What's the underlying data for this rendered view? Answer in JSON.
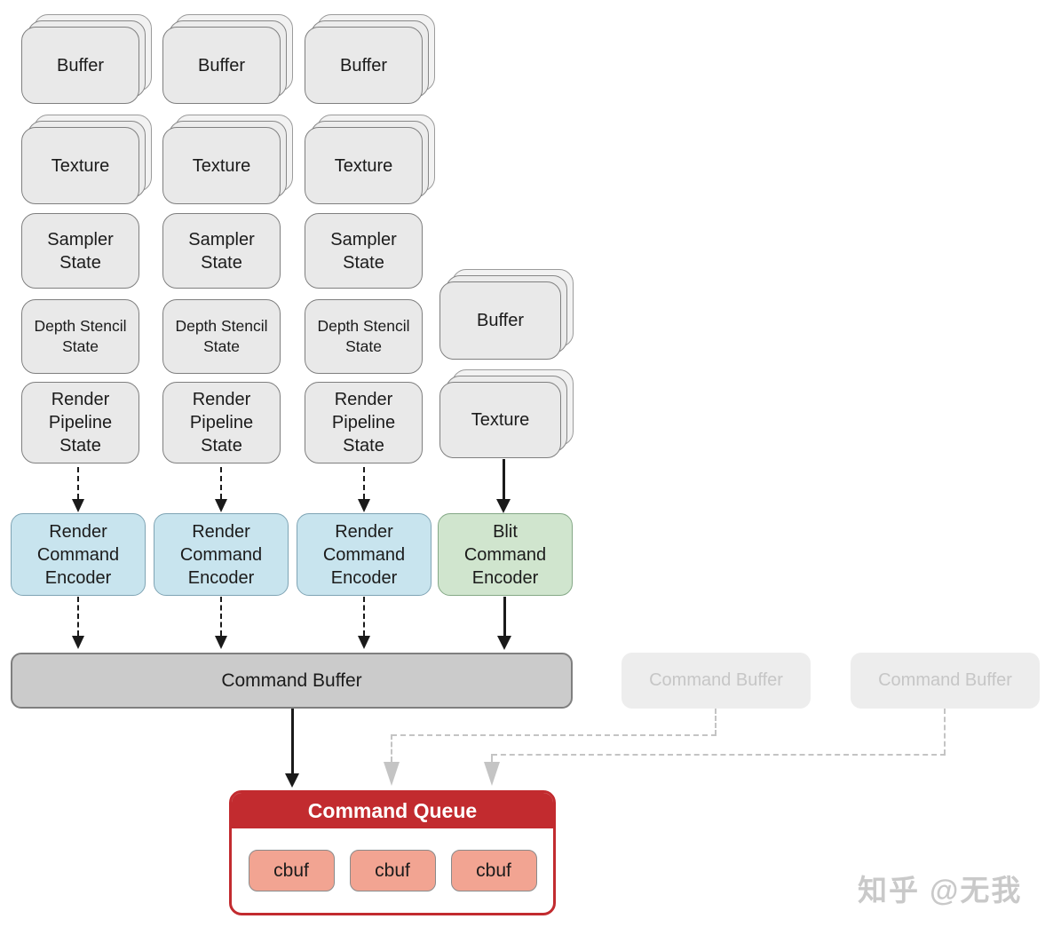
{
  "resource_grid": {
    "columns": [
      {
        "cards": [
          "Buffer",
          "Texture",
          "Sampler\nState",
          "Depth Stencil\nState",
          "Render\nPipeline\nState"
        ]
      },
      {
        "cards": [
          "Buffer",
          "Texture",
          "Sampler\nState",
          "Depth Stencil\nState",
          "Render\nPipeline\nState"
        ]
      },
      {
        "cards": [
          "Buffer",
          "Texture",
          "Sampler\nState",
          "Depth Stencil\nState",
          "Render\nPipeline\nState"
        ]
      }
    ],
    "blit_resources": [
      "Buffer",
      "Texture"
    ]
  },
  "encoders": [
    {
      "label": "Render\nCommand\nEncoder",
      "kind": "render"
    },
    {
      "label": "Render\nCommand\nEncoder",
      "kind": "render"
    },
    {
      "label": "Render\nCommand\nEncoder",
      "kind": "render"
    },
    {
      "label": "Blit\nCommand\nEncoder",
      "kind": "blit"
    }
  ],
  "command_buffer": {
    "label": "Command Buffer"
  },
  "inactive_command_buffers": [
    {
      "label": "Command Buffer"
    },
    {
      "label": "Command Buffer"
    }
  ],
  "command_queue": {
    "title": "Command Queue",
    "buffers": [
      "cbuf",
      "cbuf",
      "cbuf"
    ]
  },
  "watermark": {
    "text": "知乎 @无我"
  },
  "colors": {
    "card_fill": "#e9e9e9",
    "card_border": "#7f7f7f",
    "render_encoder_fill": "#c8e4ee",
    "blit_encoder_fill": "#d0e5ce",
    "command_buffer_fill": "#cbcbcb",
    "inactive_fill": "#ededed",
    "inactive_text": "#c6c6c6",
    "queue_red": "#c22b2f",
    "cbuf_fill": "#f2a492",
    "connector_gray": "#c4c4c4",
    "arrow_black": "#1a1a1a"
  }
}
